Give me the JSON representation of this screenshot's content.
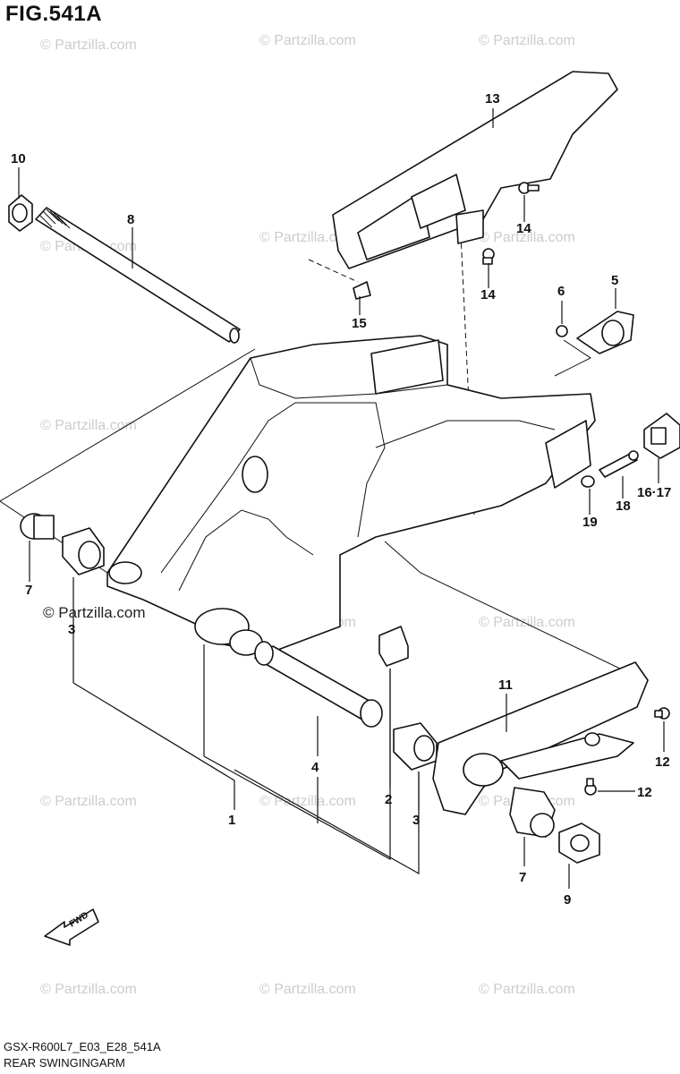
{
  "figure": {
    "title": "FIG.541A",
    "footer_code": "GSX-R600L7_E03_E28_541A",
    "footer_name": "REAR SWINGINGARM"
  },
  "callouts": {
    "c1": "1",
    "c2": "2",
    "c3a": "3",
    "c3b": "3",
    "c4": "4",
    "c5": "5",
    "c6": "6",
    "c7a": "7",
    "c7b": "7",
    "c8": "8",
    "c9": "9",
    "c10": "10",
    "c11": "11",
    "c12a": "12",
    "c12b": "12",
    "c13": "13",
    "c14a": "14",
    "c14b": "14",
    "c15": "15",
    "c16": "16·17",
    "c18": "18",
    "c19": "19"
  },
  "fwd_arrow": {
    "label": "FWD"
  },
  "watermark": {
    "text": "© Partzilla.com",
    "prominent_text": "© Partzilla.com"
  },
  "colors": {
    "line": "#111111",
    "watermark": "#cccccc",
    "background": "#ffffff"
  }
}
